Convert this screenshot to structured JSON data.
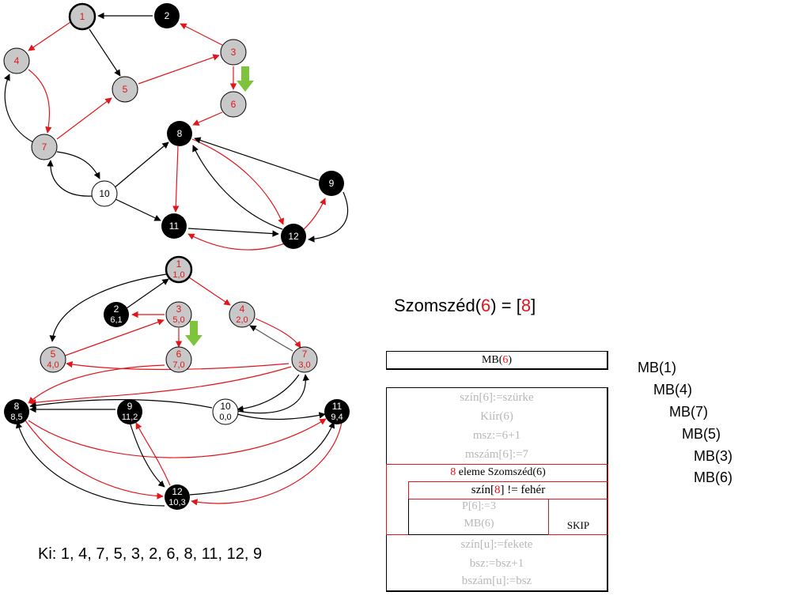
{
  "colors": {
    "gray": "#c8c8c8",
    "black": "#000000",
    "white": "#ffffff",
    "red_edge": "#e0161b",
    "black_edge": "#000000",
    "arrow_green": "#7dc43c"
  },
  "graph_top": {
    "nodes": [
      {
        "id": "1",
        "label": "1",
        "color": "gray",
        "bold": true
      },
      {
        "id": "2",
        "label": "2",
        "color": "black"
      },
      {
        "id": "3",
        "label": "3",
        "color": "gray"
      },
      {
        "id": "4",
        "label": "4",
        "color": "gray"
      },
      {
        "id": "5",
        "label": "5",
        "color": "gray"
      },
      {
        "id": "6",
        "label": "6",
        "color": "gray"
      },
      {
        "id": "7",
        "label": "7",
        "color": "gray"
      },
      {
        "id": "8",
        "label": "8",
        "color": "black"
      },
      {
        "id": "9",
        "label": "9",
        "color": "black"
      },
      {
        "id": "10",
        "label": "10",
        "color": "white"
      },
      {
        "id": "11",
        "label": "11",
        "color": "black"
      },
      {
        "id": "12",
        "label": "12",
        "color": "black"
      }
    ]
  },
  "graph_bottom": {
    "nodes": [
      {
        "id": "1",
        "label": "1",
        "sub": "1,0",
        "color": "gray",
        "bold": true
      },
      {
        "id": "2",
        "label": "2",
        "sub": "6,1",
        "color": "black"
      },
      {
        "id": "3",
        "label": "3",
        "sub": "5,0",
        "color": "gray"
      },
      {
        "id": "4",
        "label": "4",
        "sub": "2,0",
        "color": "gray"
      },
      {
        "id": "5",
        "label": "5",
        "sub": "4,0",
        "color": "gray"
      },
      {
        "id": "6",
        "label": "6",
        "sub": "7,0",
        "color": "gray"
      },
      {
        "id": "7",
        "label": "7",
        "sub": "3,0",
        "color": "gray"
      },
      {
        "id": "8",
        "label": "8",
        "sub": "8,5",
        "color": "black"
      },
      {
        "id": "9",
        "label": "9",
        "sub": "11,2",
        "color": "black"
      },
      {
        "id": "10",
        "label": "10",
        "sub": "0,0",
        "color": "white"
      },
      {
        "id": "11",
        "label": "11",
        "sub": "9,4",
        "color": "black"
      },
      {
        "id": "12",
        "label": "12",
        "sub": "10,3",
        "color": "black"
      }
    ]
  },
  "neighbor": {
    "prefix": "Szomszéd(",
    "node": "6",
    "middle": ") = [",
    "list": "8",
    "suffix": "]"
  },
  "structogram": {
    "header_prefix": "MB(",
    "header_node": "6",
    "header_suffix": ")",
    "lines_top": [
      "szín[6]:=szürke",
      "Kiír(6)",
      "msz:=6+1",
      "mszám[6]:=7"
    ],
    "loop_prefix": "8",
    "loop_text": " eleme Szomszéd(6)",
    "cond_prefix": "szín[",
    "cond_node": "8",
    "cond_suffix": "] != fehér",
    "branch_lines": [
      "P[6]:=3",
      "MB(6)"
    ],
    "skip": "SKIP",
    "lines_bottom": [
      "szín[u]:=fekete",
      "bsz:=bsz+1",
      "bszám[u]:=bsz"
    ]
  },
  "call_stack": [
    "MB(1)",
    "MB(4)",
    "MB(7)",
    "MB(5)",
    "MB(3)",
    "MB(6)"
  ],
  "output": "Ki: 1, 4, 7, 5, 3, 2, 6, 8, 11, 12, 9"
}
